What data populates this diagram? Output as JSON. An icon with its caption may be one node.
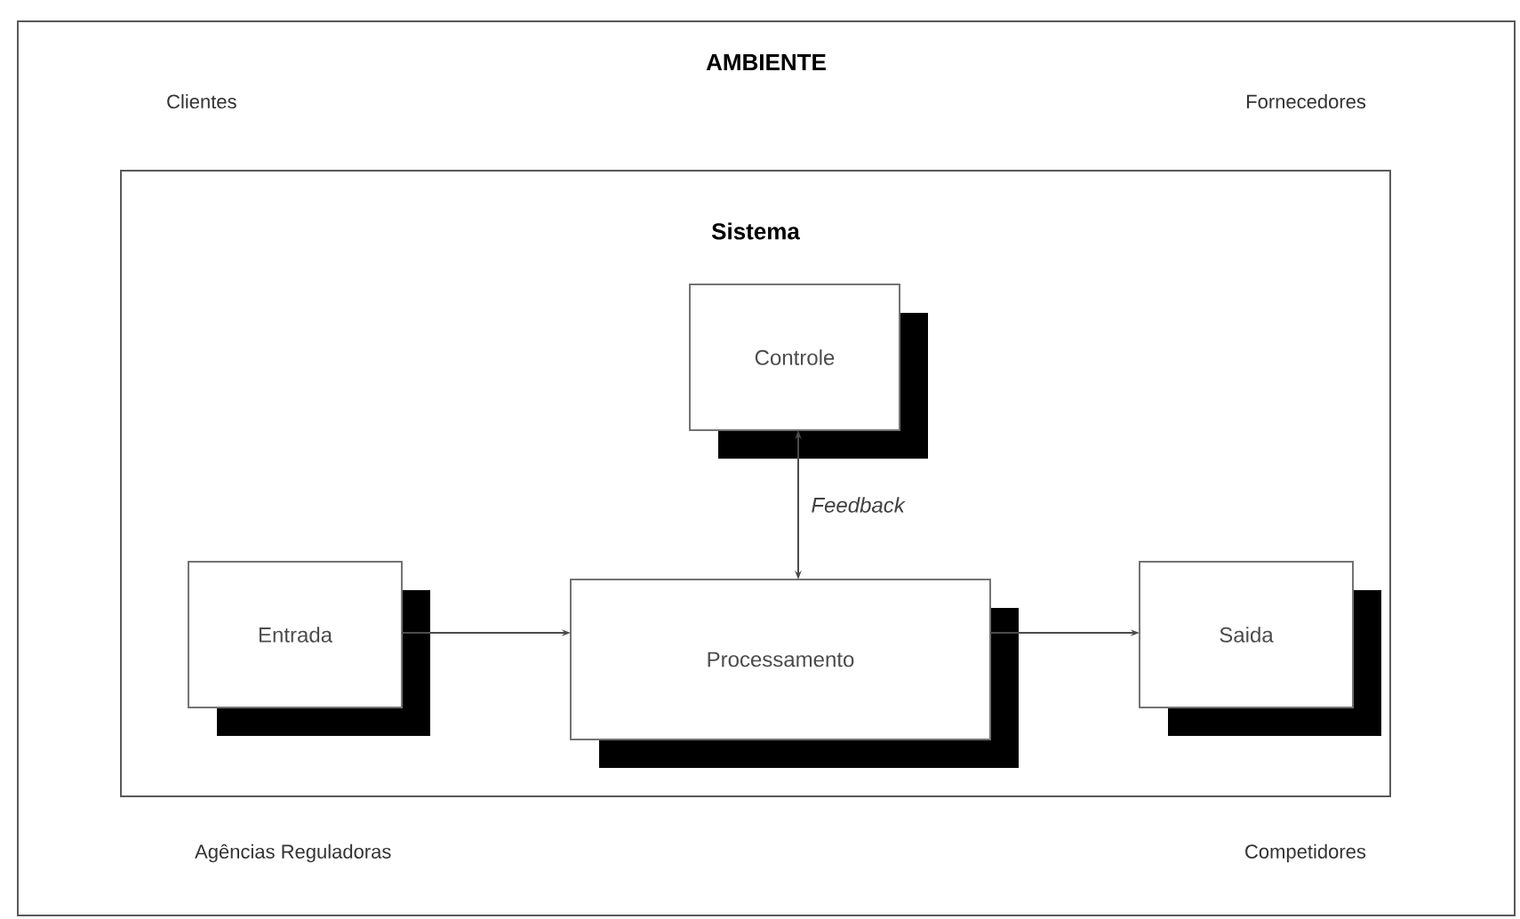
{
  "diagram": {
    "nodes": [
      {
        "text": [
          "AMBIENTE"
        ]
      },
      {
        "text": [
          "Sistema"
        ],
        "in": 0
      },
      {
        "text": [
          "Controle"
        ],
        "in": 1
      },
      {
        "text": [
          "Entrada"
        ],
        "in": 1
      },
      {
        "text": [
          "Processamento"
        ],
        "in": 1
      },
      {
        "text": [
          "Saida"
        ],
        "in": 1
      }
    ],
    "edges": [
      {
        "from": 2,
        "to": 4,
        "arrow": "both",
        "label": "Feedback"
      },
      {
        "from": 3,
        "to": 4,
        "arrow": "to"
      },
      {
        "from": 4,
        "to": 5,
        "arrow": "to"
      }
    ],
    "labels": [
      "Clientes",
      "Fornecedores",
      "Agências Reguladoras",
      "Competidores"
    ]
  }
}
